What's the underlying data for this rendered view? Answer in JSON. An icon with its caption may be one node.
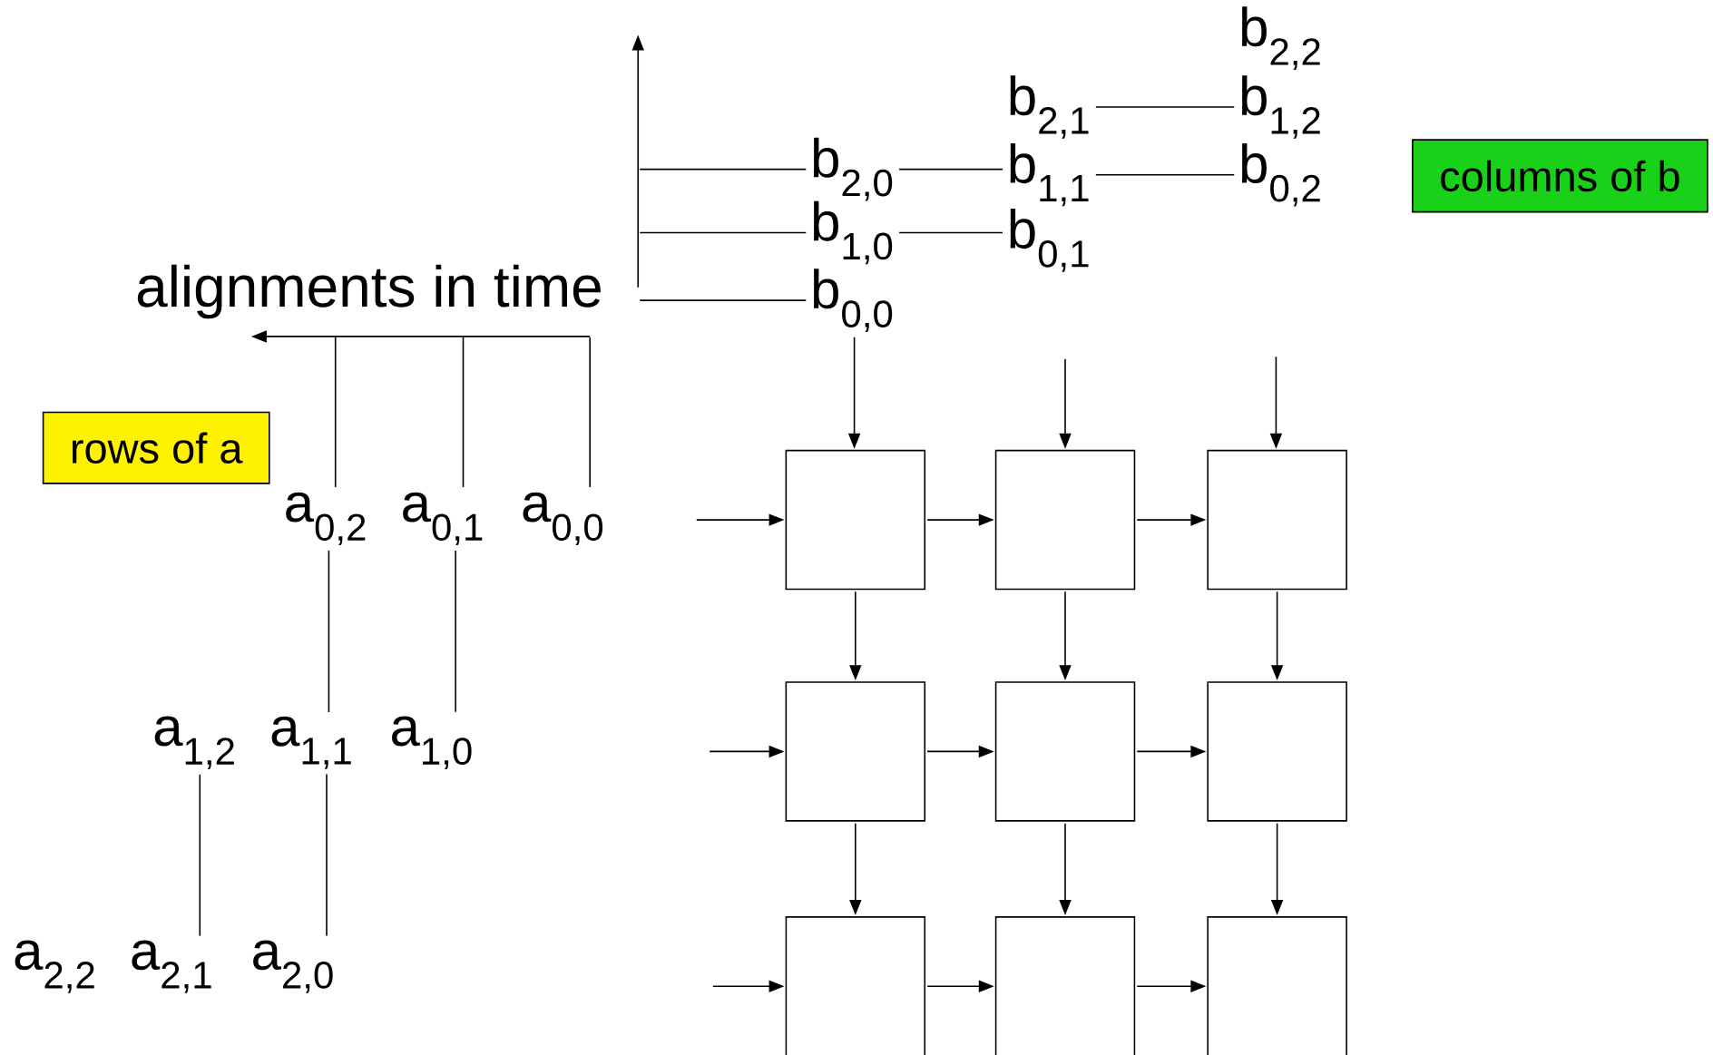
{
  "diagram": {
    "nodes": [
      {
        "text": [
          "b$_{2,2}$"
        ]
      },
      {
        "text": [
          "b$_{2,1}$"
        ]
      },
      {
        "text": [
          "b$_{1,2}$"
        ]
      },
      {
        "text": [
          "b$_{2,0}$"
        ]
      },
      {
        "text": [
          "b$_{1,1}$"
        ]
      },
      {
        "text": [
          "b$_{0,2}$"
        ]
      },
      {
        "text": [
          "columns of b"
        ]
      },
      {
        "text": [
          "b$_{1,0}$"
        ]
      },
      {
        "text": [
          "b$_{0,1}$"
        ]
      },
      {
        "text": [
          "b$_{0,0}$"
        ]
      },
      {
        "text": [
          "rows of a"
        ]
      },
      {
        "text": [
          "a$_{0,2}$"
        ]
      },
      {
        "text": [
          "a$_{0,1}$"
        ]
      },
      {
        "text": [
          "a$_{0,0}$"
        ]
      },
      {
        "text": [],
        "shape": "box"
      },
      {
        "text": [],
        "shape": "box"
      },
      {
        "text": [],
        "shape": "box"
      },
      {
        "text": [
          "a$_{1,2}$"
        ]
      },
      {
        "text": [
          "a$_{1,1}$"
        ]
      },
      {
        "text": [
          "a$_{1,0}$"
        ]
      },
      {
        "text": [],
        "shape": "box"
      },
      {
        "text": [],
        "shape": "box"
      },
      {
        "text": [],
        "shape": "box"
      },
      {
        "text": [
          "a$_{2,2}$"
        ]
      },
      {
        "text": [
          "a$_{2,1}$"
        ]
      },
      {
        "text": [
          "a$_{2,0}$"
        ]
      },
      {
        "text": [],
        "shape": "box"
      },
      {
        "text": [],
        "shape": "box"
      },
      {
        "text": [],
        "shape": "box"
      }
    ],
    "edges": [
      {
        "from": 3,
        "to": 4,
        "arrow": "none"
      },
      {
        "from": 7,
        "to": 8,
        "arrow": "none"
      },
      {
        "from": 1,
        "to": 2,
        "arrow": "none"
      },
      {
        "from": 4,
        "to": 5,
        "arrow": "none"
      },
      {
        "from": null,
        "to": 3,
        "arrow": "none"
      },
      {
        "from": null,
        "to": 7,
        "arrow": "none"
      },
      {
        "from": null,
        "to": 9,
        "arrow": "none"
      },
      {
        "from": 11,
        "to": null,
        "arrow": "none"
      },
      {
        "from": 12,
        "to": null,
        "arrow": "none"
      },
      {
        "from": 13,
        "to": null,
        "arrow": "none"
      },
      {
        "from": 9,
        "to": 14,
        "arrow": "to"
      },
      {
        "from": null,
        "to": 15,
        "arrow": "to"
      },
      {
        "from": null,
        "to": 16,
        "arrow": "to"
      },
      {
        "from": null,
        "to": 14,
        "arrow": "to"
      },
      {
        "from": null,
        "to": 20,
        "arrow": "to"
      },
      {
        "from": null,
        "to": 26,
        "arrow": "to"
      },
      {
        "from": 14,
        "to": 15,
        "arrow": "to"
      },
      {
        "from": 15,
        "to": 16,
        "arrow": "to"
      },
      {
        "from": 20,
        "to": 21,
        "arrow": "to"
      },
      {
        "from": 21,
        "to": 22,
        "arrow": "to"
      },
      {
        "from": 26,
        "to": 27,
        "arrow": "to"
      },
      {
        "from": 27,
        "to": 28,
        "arrow": "to"
      },
      {
        "from": 14,
        "to": 20,
        "arrow": "to"
      },
      {
        "from": 15,
        "to": 21,
        "arrow": "to"
      },
      {
        "from": 16,
        "to": 22,
        "arrow": "to"
      },
      {
        "from": 20,
        "to": 26,
        "arrow": "to"
      },
      {
        "from": 21,
        "to": 27,
        "arrow": "to"
      },
      {
        "from": 22,
        "to": 28,
        "arrow": "to"
      },
      {
        "from": 11,
        "to": 18,
        "arrow": "none"
      },
      {
        "from": 12,
        "to": 19,
        "arrow": "none"
      },
      {
        "from": 17,
        "to": 24,
        "arrow": "none"
      },
      {
        "from": 18,
        "to": 25,
        "arrow": "none"
      }
    ],
    "labels": [
      "alignments in time"
    ]
  }
}
